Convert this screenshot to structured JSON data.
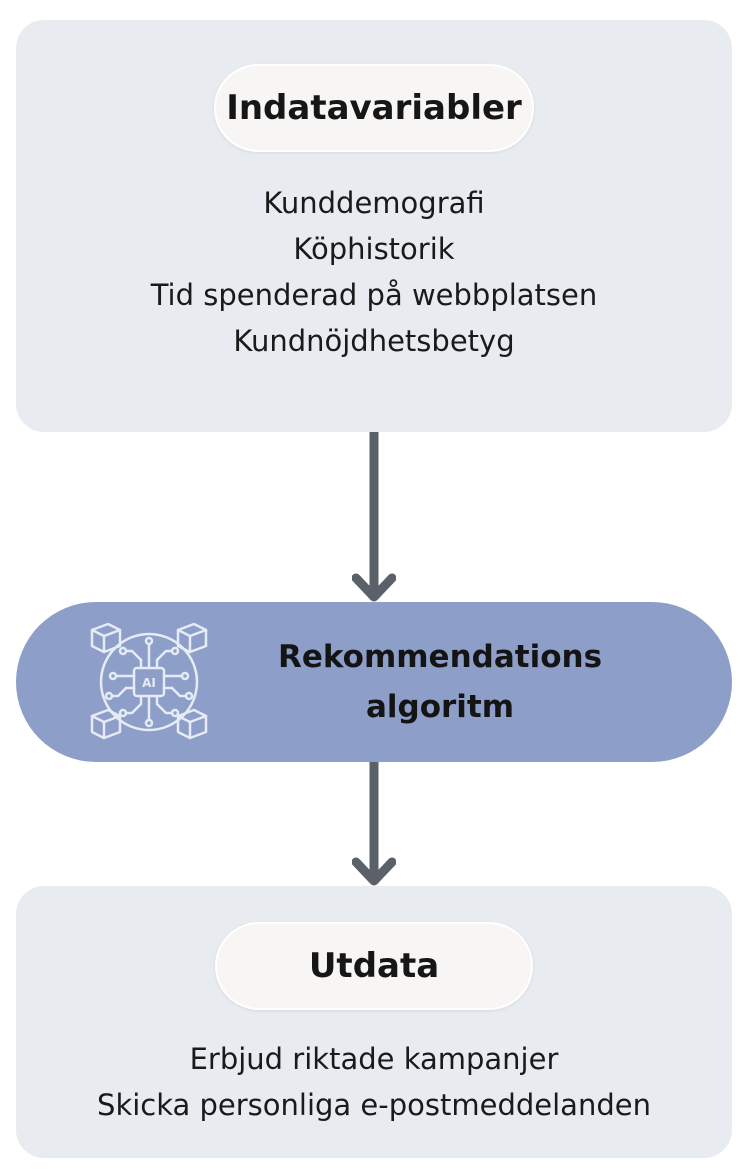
{
  "input_box": {
    "title": "Indatavariabler",
    "items": [
      "Kunddemografi",
      "Köphistorik",
      "Tid spenderad på webbplatsen",
      "Kundnöjdhetsbetyg"
    ]
  },
  "algorithm": {
    "line1": "Rekommendations",
    "line2": "algoritm",
    "icon": "ai-chip-icon",
    "icon_text": "AI"
  },
  "output_box": {
    "title": "Utdata",
    "items": [
      "Erbjud riktade kampanjer",
      "Skicka personliga e-postmeddelanden"
    ]
  },
  "colors": {
    "panel": "#e8ecf1",
    "algorithm": "#8d9fc9",
    "arrow": "#5b6168",
    "pill": "#f7f6f4"
  }
}
